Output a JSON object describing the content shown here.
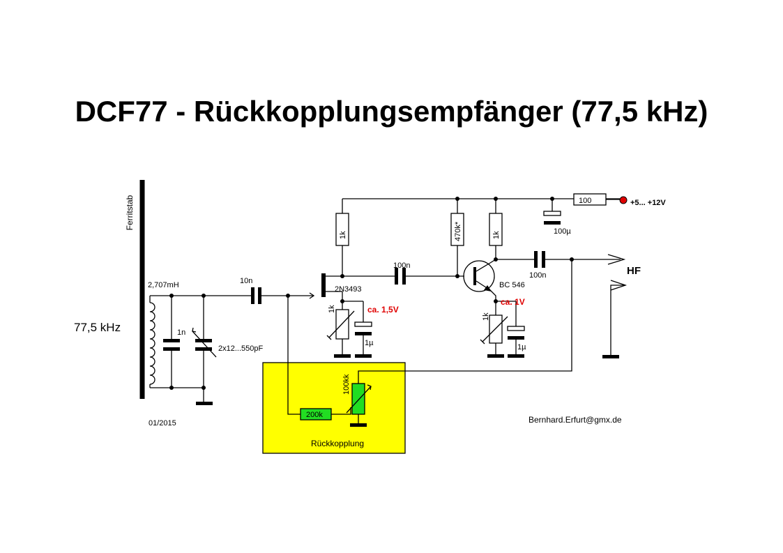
{
  "title": "DCF77 - Rückkopplungsempfänger (77,5 kHz)",
  "labels": {
    "ferritstab": "Ferritstab",
    "frequency": "77,5 kHz",
    "inductance": "2,707mH",
    "cap_1n": "1n",
    "cap_variable": "2x12...550pF",
    "cap_10n": "10n",
    "transistor_1": "2N3493",
    "r_1k_a": "1k",
    "r_1k_b": "1k",
    "r_1k_c": "1k",
    "r_1k_d": "1k",
    "voltage_1": "ca. 1,5V",
    "cap_1u_a": "1µ",
    "cap_100n_a": "100n",
    "r_470k": "470k*",
    "transistor_2": "BC 546",
    "voltage_2": "ca. 1V",
    "cap_1u_b": "1µ",
    "cap_100n_b": "100n",
    "cap_100u": "100µ",
    "r_100": "100",
    "supply": "+5... +12V",
    "output": "HF",
    "r_200k": "200k",
    "pot_100k": "100kk",
    "feedback": "Rückkopplung",
    "date": "01/2015",
    "email": "Bernhard.Erfurt@gmx.de"
  },
  "colors": {
    "feedback_box": "#ffff00",
    "resistor_green": "#22dd22",
    "supply_dot": "#e00000",
    "voltage_text": "#e00000"
  }
}
